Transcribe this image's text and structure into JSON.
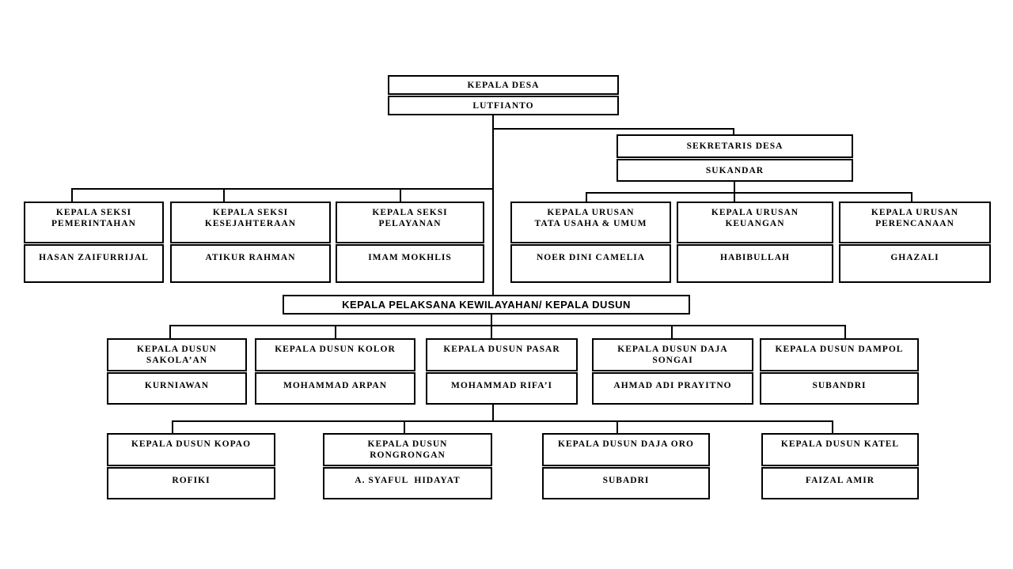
{
  "org": {
    "kepala_desa": {
      "title": "KEPALA DESA",
      "name": "LUTFIANTO"
    },
    "sekretaris_desa": {
      "title": "SEKRETARIS DESA",
      "name": "SUKANDAR"
    },
    "seksi": [
      {
        "title": "KEPALA SEKSI\nPEMERINTAHAN",
        "name": "HASAN ZAIFURRIJAL"
      },
      {
        "title": "KEPALA SEKSI\nKESEJAHTERAAN",
        "name": "ATIKUR RAHMAN"
      },
      {
        "title": "KEPALA SEKSI\nPELAYANAN",
        "name": "IMAM MOKHLIS"
      }
    ],
    "urusan": [
      {
        "title": "KEPALA URUSAN\nTATA USAHA & UMUM",
        "name": "NOER DINI CAMELIA"
      },
      {
        "title": "KEPALA URUSAN\nKEUANGAN",
        "name": "HABIBULLAH"
      },
      {
        "title": "KEPALA URUSAN\nPERENCANAAN",
        "name": "GHAZALI"
      }
    ],
    "banner": "KEPALA PELAKSANA KEWILAYAHAN/ KEPALA DUSUN",
    "dusun_row1": [
      {
        "title": "KEPALA DUSUN\nSAKOLA’AN",
        "name": "KURNIAWAN"
      },
      {
        "title": "KEPALA DUSUN KOLOR",
        "name": "MOHAMMAD ARPAN"
      },
      {
        "title": "KEPALA DUSUN PASAR",
        "name": "MOHAMMAD RIFA’I"
      },
      {
        "title": "KEPALA DUSUN DAJA\nSONGAI",
        "name": "AHMAD ADI PRAYITNO"
      },
      {
        "title": "KEPALA DUSUN DAMPOL",
        "name": "SUBANDRI"
      }
    ],
    "dusun_row2": [
      {
        "title": "KEPALA DUSUN KOPAO",
        "name": "ROFIKI"
      },
      {
        "title": "KEPALA DUSUN\nRONGRONGAN",
        "name": "A. SYAFUL  HIDAYAT"
      },
      {
        "title": "KEPALA DUSUN DAJA ORO",
        "name": "SUBADRI"
      },
      {
        "title": "KEPALA DUSUN KATEL",
        "name": "FAIZAL AMIR"
      }
    ]
  },
  "colors": {
    "background": "#ffffff",
    "line": "#000000",
    "text": "#000000"
  }
}
